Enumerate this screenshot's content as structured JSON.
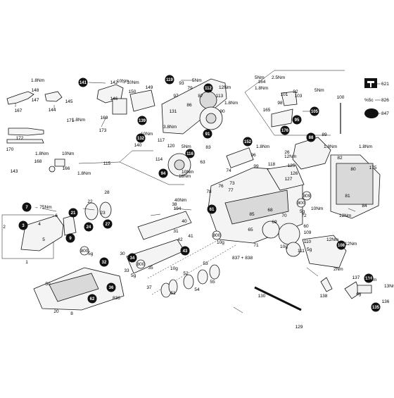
{
  "legend": [
    {
      "code": "621",
      "icon": "flat-grease-icon"
    },
    {
      "code": "826",
      "icon": "text-only",
      "prefix": "%5c"
    },
    {
      "code": "847",
      "icon": "oval-grease-icon"
    }
  ],
  "callouts": [
    {
      "id": "c141",
      "label": "141",
      "black": true
    },
    {
      "id": "c142",
      "label": "142",
      "suffix": "10Nm"
    },
    {
      "id": "c148",
      "label": "148"
    },
    {
      "id": "c149",
      "label": "149"
    },
    {
      "id": "c150",
      "label": "150"
    },
    {
      "id": "c146",
      "label": "146"
    },
    {
      "id": "c147",
      "label": "147"
    },
    {
      "id": "c145",
      "label": "145"
    },
    {
      "id": "c144",
      "label": "144"
    },
    {
      "id": "c167",
      "label": "167"
    },
    {
      "id": "c171",
      "label": "171"
    },
    {
      "id": "c172",
      "label": "172"
    },
    {
      "id": "c170",
      "label": "170"
    },
    {
      "id": "c173",
      "label": "173"
    },
    {
      "id": "c169",
      "label": "169"
    },
    {
      "id": "c168",
      "label": "168"
    },
    {
      "id": "c166",
      "label": "166"
    },
    {
      "id": "c143",
      "label": "143"
    },
    {
      "id": "c119",
      "label": "119",
      "black": true
    },
    {
      "id": "c93",
      "label": "93"
    },
    {
      "id": "c87",
      "label": "87"
    },
    {
      "id": "c79",
      "label": "79"
    },
    {
      "id": "c86",
      "label": "86"
    },
    {
      "id": "c97",
      "label": "97"
    },
    {
      "id": "c131",
      "label": "131"
    },
    {
      "id": "c139",
      "label": "139",
      "black": true
    },
    {
      "id": "c132",
      "label": "132",
      "black": true
    },
    {
      "id": "c140",
      "label": "140"
    },
    {
      "id": "c117",
      "label": "117"
    },
    {
      "id": "c120",
      "label": "120"
    },
    {
      "id": "c114",
      "label": "114"
    },
    {
      "id": "c116",
      "label": "116",
      "black": true
    },
    {
      "id": "c115",
      "label": "115"
    },
    {
      "id": "c94",
      "label": "94",
      "black": true
    },
    {
      "id": "c112",
      "label": "112",
      "black": true
    },
    {
      "id": "c113",
      "label": "113"
    },
    {
      "id": "c90",
      "label": "90"
    },
    {
      "id": "c91",
      "label": "91",
      "black": true
    },
    {
      "id": "c83",
      "label": "83"
    },
    {
      "id": "c152",
      "label": "152",
      "black": true
    },
    {
      "id": "c96",
      "label": "96"
    },
    {
      "id": "c99",
      "label": "99"
    },
    {
      "id": "c118",
      "label": "118"
    },
    {
      "id": "c125",
      "label": "125"
    },
    {
      "id": "c95",
      "label": "95",
      "black": true
    },
    {
      "id": "c164",
      "label": "164"
    },
    {
      "id": "c165",
      "label": "165"
    },
    {
      "id": "c176",
      "label": "176",
      "black": true
    },
    {
      "id": "c105",
      "label": "105",
      "black": true
    },
    {
      "id": "c100",
      "label": "100"
    },
    {
      "id": "c88",
      "label": "88",
      "black": true
    },
    {
      "id": "c89",
      "label": "89"
    },
    {
      "id": "c175",
      "label": "175"
    },
    {
      "id": "c80",
      "label": "80"
    },
    {
      "id": "c82",
      "label": "82"
    },
    {
      "id": "c84",
      "label": "84"
    },
    {
      "id": "c26b",
      "label": "26"
    },
    {
      "id": "c7",
      "label": "7",
      "black": true,
      "suffix": "75Nm"
    },
    {
      "id": "c6",
      "label": "6"
    },
    {
      "id": "c3",
      "label": "3",
      "black": true
    },
    {
      "id": "c2",
      "label": "2"
    },
    {
      "id": "c1",
      "label": "1"
    },
    {
      "id": "c9",
      "label": "9",
      "black": true
    },
    {
      "id": "c21",
      "label": "21",
      "black": true
    },
    {
      "id": "c22",
      "label": "22"
    },
    {
      "id": "c28",
      "label": "28"
    },
    {
      "id": "c24",
      "label": "24",
      "black": true
    },
    {
      "id": "c27",
      "label": "27",
      "black": true
    },
    {
      "id": "c23",
      "label": "23"
    },
    {
      "id": "c38",
      "label": "38"
    },
    {
      "id": "c40",
      "label": "40"
    },
    {
      "id": "c41",
      "label": "41"
    },
    {
      "id": "c42",
      "label": "42"
    },
    {
      "id": "c43",
      "label": "43",
      "black": true
    },
    {
      "id": "c31",
      "label": "31"
    },
    {
      "id": "c30",
      "label": "30"
    },
    {
      "id": "c34",
      "label": "34",
      "black": true
    },
    {
      "id": "c32",
      "label": "32",
      "black": true
    },
    {
      "id": "c33",
      "label": "33"
    },
    {
      "id": "c35",
      "label": "35"
    },
    {
      "id": "c37",
      "label": "37"
    },
    {
      "id": "c36",
      "label": "36",
      "black": true
    },
    {
      "id": "c50",
      "label": "50"
    },
    {
      "id": "c20",
      "label": "20"
    },
    {
      "id": "c8",
      "label": "8"
    },
    {
      "id": "c62",
      "label": "62",
      "black": true
    },
    {
      "id": "c51",
      "label": "51"
    },
    {
      "id": "c52",
      "label": "52"
    },
    {
      "id": "c53",
      "label": "53"
    },
    {
      "id": "c54",
      "label": "54"
    },
    {
      "id": "c55",
      "label": "55"
    },
    {
      "id": "c61",
      "label": "61",
      "black": true
    },
    {
      "id": "c65",
      "label": "65"
    },
    {
      "id": "c71",
      "label": "71"
    },
    {
      "id": "c68",
      "label": "68"
    },
    {
      "id": "c69",
      "label": "69"
    },
    {
      "id": "c70",
      "label": "70"
    },
    {
      "id": "c72",
      "label": "72"
    },
    {
      "id": "c60",
      "label": "60"
    },
    {
      "id": "c109",
      "label": "109"
    },
    {
      "id": "c110",
      "label": "110"
    },
    {
      "id": "c111",
      "label": "111"
    },
    {
      "id": "c108",
      "label": "108",
      "black": true
    },
    {
      "id": "c130",
      "label": "130"
    },
    {
      "id": "c129",
      "label": "129"
    },
    {
      "id": "c138",
      "label": "138"
    },
    {
      "id": "c137",
      "label": "137"
    },
    {
      "id": "c134",
      "label": "134",
      "black": true
    },
    {
      "id": "c135",
      "label": "135",
      "black": true
    },
    {
      "id": "c136",
      "label": "136"
    },
    {
      "id": "c74",
      "label": "74"
    },
    {
      "id": "c76",
      "label": "76"
    },
    {
      "id": "c77",
      "label": "77"
    },
    {
      "id": "c78",
      "label": "78"
    },
    {
      "id": "c63",
      "label": "63"
    },
    {
      "id": "c73",
      "label": "73"
    },
    {
      "id": "c64",
      "label": "64"
    },
    {
      "id": "c101",
      "label": "101"
    },
    {
      "id": "c103",
      "label": "103"
    },
    {
      "id": "c92",
      "label": "92"
    },
    {
      "id": "c98",
      "label": "98"
    },
    {
      "id": "c85",
      "label": "85"
    },
    {
      "id": "c194",
      "label": "194"
    },
    {
      "id": "c4",
      "label": "4"
    },
    {
      "id": "c5",
      "label": "5"
    },
    {
      "id": "c81",
      "label": "81"
    },
    {
      "id": "c127",
      "label": "127"
    },
    {
      "id": "c126",
      "label": "126"
    }
  ],
  "torque_notes": [
    "1.8Nm",
    "10Nm",
    "1.8Nm",
    "5Nm",
    "12Nm",
    "1.8Nm",
    "5Nm",
    "1.8Nm",
    "2.5Nm",
    "1.8Nm",
    "5Nm",
    "10Nm",
    "1.8Nm",
    "12Nm",
    "1.8Nm",
    "10Nm",
    "5Nm",
    "12Nm",
    "13Nm",
    "1.8Nm",
    "10Nm",
    "2Nm",
    "18Nm",
    "3.8Nm",
    "12Nm",
    "10Nm",
    "13Nm"
  ],
  "grease_marks": [
    {
      "id": "g800a",
      "label": "800"
    },
    {
      "id": "g800b",
      "label": "800"
    },
    {
      "id": "g800c",
      "label": "800"
    },
    {
      "id": "g800d",
      "label": "800"
    },
    {
      "id": "g809",
      "label": "809"
    }
  ],
  "weights": [
    "10g",
    "5g",
    "5g",
    "10g",
    "5g",
    "10g",
    "5g",
    "4g"
  ],
  "codes": [
    "837 + 838",
    "836",
    "40Nm",
    "1.8Nm",
    "12Nm"
  ]
}
